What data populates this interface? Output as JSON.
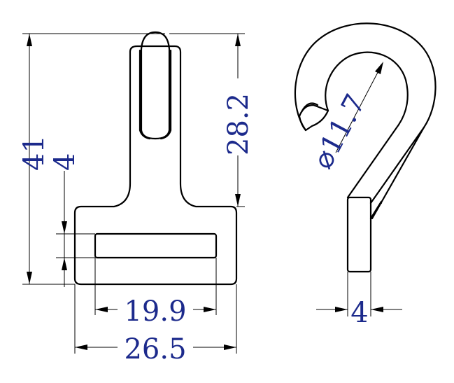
{
  "drawing": {
    "front_view": {
      "overall_height": "41",
      "slot_height": "4",
      "stem_height": "28.2",
      "slot_width": "19.9",
      "overall_width": "26.5"
    },
    "side_view": {
      "hook_diameter": "⌀11.7",
      "thickness": "4"
    }
  }
}
